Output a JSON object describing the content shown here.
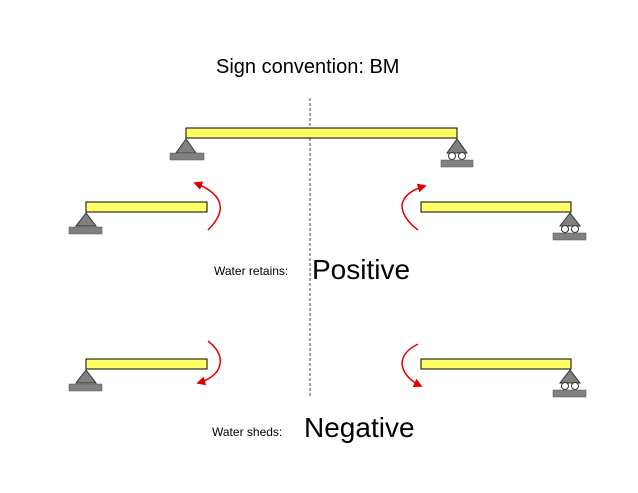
{
  "title": "Sign convention: BM",
  "cases": [
    {
      "caption": "Water retains:",
      "sign": "Positive"
    },
    {
      "caption": "Water sheds:",
      "sign": "Negative"
    }
  ],
  "colors": {
    "beam_fill": "#ffff66",
    "beam_stroke": "#000000",
    "support_fill": "#808080",
    "support_stroke": "#333333",
    "arrow": "#e00000",
    "centerline": "#444444"
  },
  "icons": [
    "pin-support-icon",
    "roller-support-icon",
    "moment-arrow-icon"
  ]
}
